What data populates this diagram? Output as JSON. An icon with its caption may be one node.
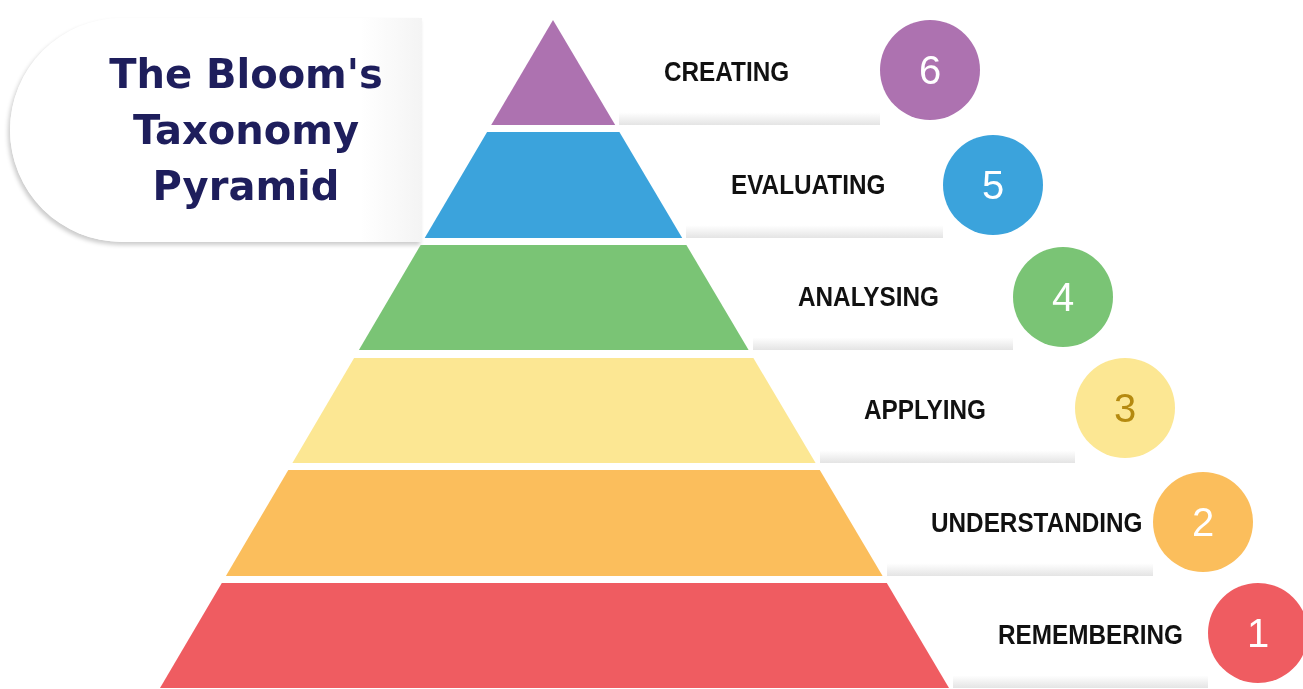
{
  "diagram": {
    "nodes": [
      {
        "text": [
          "The Bloom's Taxonomy Pyramid"
        ]
      },
      {
        "text": [],
        "shape": "triangle"
      },
      {
        "text": [
          "CREATING"
        ]
      },
      {
        "text": [
          "6"
        ]
      },
      {
        "text": [],
        "shape": "trapezium"
      },
      {
        "text": [
          "EVALUATING"
        ]
      },
      {
        "text": [
          "5"
        ]
      },
      {
        "text": [],
        "shape": "trapezium"
      },
      {
        "text": [
          "ANALYSING"
        ]
      },
      {
        "text": [
          "4"
        ]
      },
      {
        "text": [],
        "shape": "trapezium"
      },
      {
        "text": [
          "APPLYING"
        ]
      },
      {
        "text": [
          "3"
        ]
      },
      {
        "text": [],
        "shape": "trapezium"
      },
      {
        "text": [
          "UNDERSTANDING"
        ]
      },
      {
        "text": [
          "2"
        ]
      },
      {
        "text": [],
        "shape": "trapezium"
      },
      {
        "text": [
          "REMEMBERING"
        ]
      },
      {
        "text": [
          "1"
        ]
      }
    ],
    "edges": []
  }
}
